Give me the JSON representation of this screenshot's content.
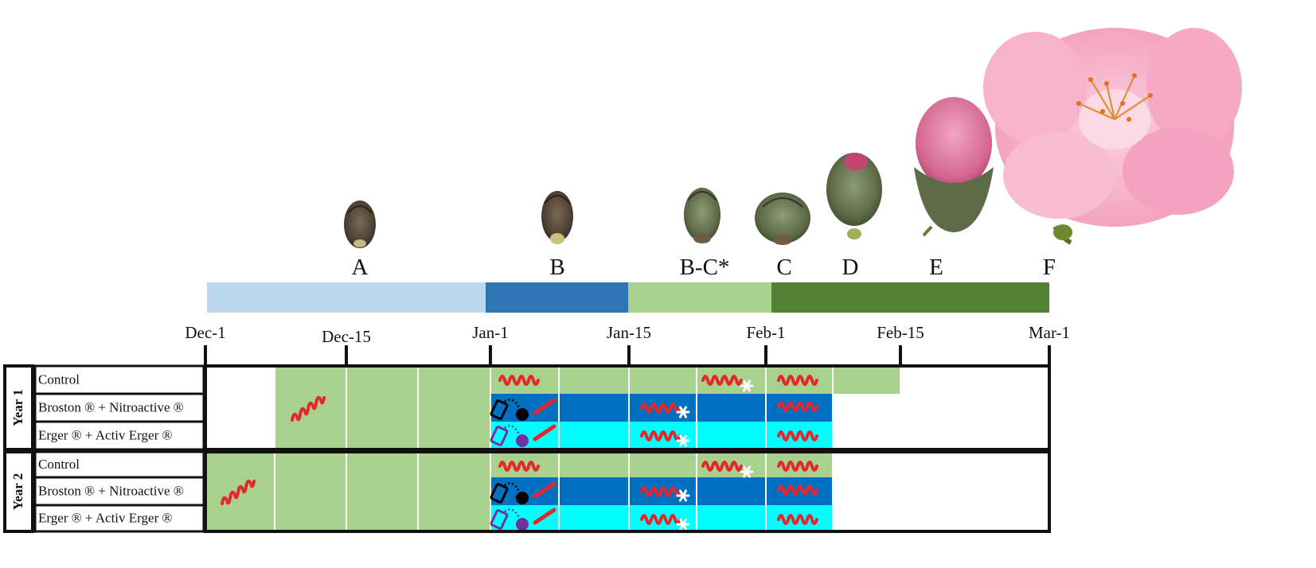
{
  "stages": [
    {
      "label": "A"
    },
    {
      "label": "B"
    },
    {
      "label": "B-C*"
    },
    {
      "label": "C"
    },
    {
      "label": "D"
    },
    {
      "label": "E"
    },
    {
      "label": "F"
    }
  ],
  "timeline": {
    "ticks": [
      "Dec-1",
      "Dec-15",
      "Jan-1",
      "Jan-15",
      "Feb-1",
      "Feb-15",
      "Mar-1"
    ],
    "phase_colors": [
      "#bdd7ee",
      "#2e75b6",
      "#a9d18e",
      "#548235"
    ]
  },
  "colors": {
    "cell_green": "#a9d18e",
    "cell_blue": "#0070c0",
    "cell_cyan": "#00ffff",
    "squiggle": "#e5262f",
    "asterisk": "#ffffff",
    "sprayer_dark": "#000000",
    "sprayer_purple": "#7030a0"
  },
  "years": [
    {
      "label": "Year 1",
      "rows": [
        {
          "label": "Control"
        },
        {
          "label": "Broston ® + Nitroactive ®"
        },
        {
          "label": "Erger ® + Activ Erger ®"
        }
      ]
    },
    {
      "label": "Year 2",
      "rows": [
        {
          "label": "Control"
        },
        {
          "label": "Broston ® + Nitroactive ®"
        },
        {
          "label": "Erger ® + Activ Erger ®"
        }
      ]
    }
  ],
  "icons": {
    "frost_mark": "red-squiggle-icon",
    "evaluation_mark": "asterisk-icon",
    "treatment_dark": "sprayer-bottle-dark-icon",
    "treatment_purple": "sprayer-bottle-purple-icon"
  }
}
